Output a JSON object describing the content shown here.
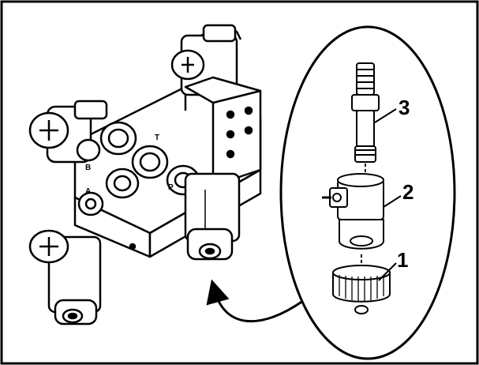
{
  "callouts": {
    "c1": "1",
    "c2": "2",
    "c3": "3"
  },
  "port_labels": {
    "t": "T",
    "p": "P",
    "b": "B",
    "a": "A"
  },
  "colors": {
    "line": "#000000",
    "background": "#ffffff"
  }
}
